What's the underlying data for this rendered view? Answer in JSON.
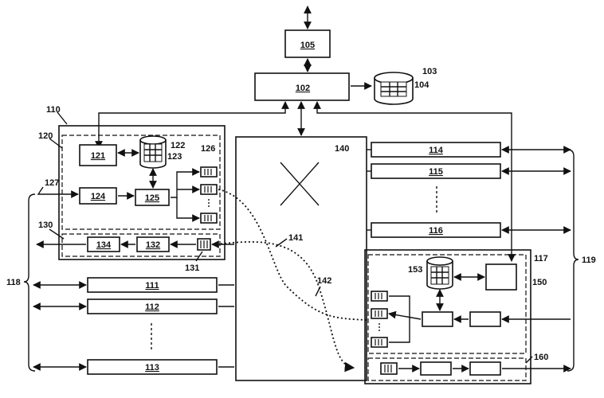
{
  "labels": {
    "b105": "105",
    "b102": "102",
    "db103": "103",
    "db104": "104",
    "g110": "110",
    "g120": "120",
    "b121": "121",
    "db122": "122",
    "db123": "123",
    "q126": "126",
    "in127": "127",
    "b124": "124",
    "b125": "125",
    "g130": "130",
    "b134": "134",
    "b132": "132",
    "q131": "131",
    "sw140": "140",
    "dot141": "141",
    "dot142": "142",
    "b111": "111",
    "b112": "112",
    "b113": "113",
    "b114": "114",
    "b115": "115",
    "b116": "116",
    "g117": "117",
    "g150": "150",
    "db153": "153",
    "g160": "160",
    "brace118": "118",
    "brace119": "119"
  }
}
